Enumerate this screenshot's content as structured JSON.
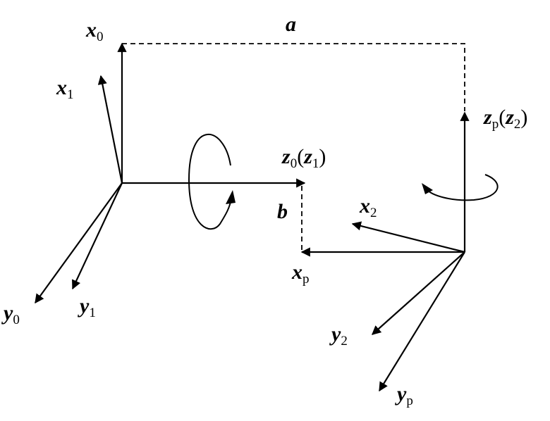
{
  "labels": {
    "x0": {
      "main": "x",
      "sub": "0"
    },
    "x1": {
      "main": "x",
      "sub": "1"
    },
    "y0": {
      "main": "y",
      "sub": "0"
    },
    "y1": {
      "main": "y",
      "sub": "1"
    },
    "z0": {
      "main": "z",
      "sub": "0",
      "paren_main": "z",
      "paren_sub": "1"
    },
    "a": {
      "main": "a"
    },
    "b": {
      "main": "b"
    },
    "zp": {
      "main": "z",
      "sub": "p",
      "paren_main": "z",
      "paren_sub": "2"
    },
    "x2": {
      "main": "x",
      "sub": "2"
    },
    "xp": {
      "main": "x",
      "sub": "p"
    },
    "y2": {
      "main": "y",
      "sub": "2"
    },
    "yp": {
      "main": "y",
      "sub": "p"
    }
  }
}
